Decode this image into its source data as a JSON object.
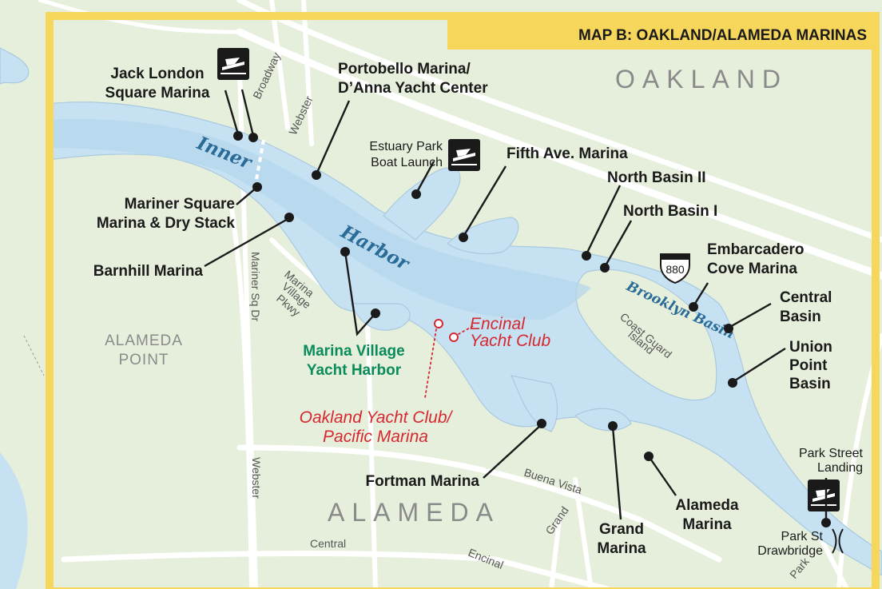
{
  "title": "MAP B: OAKLAND/ALAMEDA MARINAS",
  "districts": {
    "oakland": "OAKLAND",
    "alameda": "ALAMEDA",
    "alameda_point_1": "ALAMEDA",
    "alameda_point_2": "POINT"
  },
  "water_bodies": {
    "inner": "Inner",
    "harbor": "Harbor",
    "brooklyn_basin": "Brooklyn Basin"
  },
  "island": {
    "line1": "Coast Guard",
    "line2": "Island"
  },
  "highway_shield": "880",
  "streets": {
    "broadway": "Broadway",
    "webster_north": "Webster",
    "webster_south": "Webster",
    "mariner_sq_dr": "Mariner Sq Dr",
    "marina_village_pkwy_1": "Marina",
    "marina_village_pkwy_2": "Village",
    "marina_village_pkwy_3": "Pkwy",
    "buena_vista": "Buena Vista",
    "central": "Central",
    "encinal": "Encinal",
    "grand": "Grand",
    "park": "Park"
  },
  "marinas": {
    "jack_london_1": "Jack London",
    "jack_london_2": "Square Marina",
    "portobello_1": "Portobello Marina/",
    "portobello_2": "D’Anna Yacht Center",
    "fifth_ave": "Fifth Ave. Marina",
    "north_basin_2": "North Basin II",
    "north_basin_1": "North Basin I",
    "embarcadero_1": "Embarcadero",
    "embarcadero_2": "Cove Marina",
    "central_basin_1": "Central",
    "central_basin_2": "Basin",
    "union_point_1": "Union",
    "union_point_2": "Point",
    "union_point_3": "Basin",
    "mariner_square_1": "Mariner Square",
    "mariner_square_2": "Marina & Dry Stack",
    "barnhill": "Barnhill Marina",
    "marina_village_1": "Marina Village",
    "marina_village_2": "Yacht Harbor",
    "fortman": "Fortman Marina",
    "grand_marina_1": "Grand",
    "grand_marina_2": "Marina",
    "alameda_marina_1": "Alameda",
    "alameda_marina_2": "Marina"
  },
  "yacht_clubs": {
    "encinal_1": "Encinal",
    "encinal_2": "Yacht Club",
    "oakland_1": "Oakland Yacht Club/",
    "oakland_2": "Pacific Marina"
  },
  "launches": {
    "estuary_1": "Estuary Park",
    "estuary_2": "Boat Launch",
    "park_street_1": "Park Street",
    "park_street_2": "Landing",
    "drawbridge_1": "Park St",
    "drawbridge_2": "Drawbridge"
  },
  "icons": [
    "boat-launch-icon",
    "interstate-880-shield-icon",
    "drawbridge-icon"
  ],
  "colors": {
    "land": "#e6efdc",
    "water": "#c6e2f2",
    "frame": "#f6d75c",
    "marina_village": "#0a8b5a",
    "yacht_club": "#d6282f",
    "water_label": "#2a6c97"
  }
}
